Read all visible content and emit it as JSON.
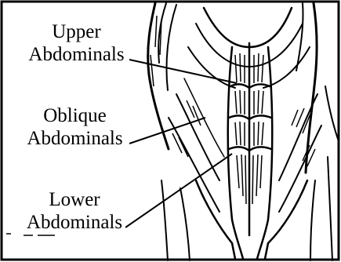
{
  "labels": {
    "upper": {
      "line1": "Upper",
      "line2": "Abdominals"
    },
    "oblique": {
      "line1": "Oblique",
      "line2": "Abdominals"
    },
    "lower": {
      "line1": "Lower",
      "line2": "Abdominals"
    }
  },
  "colors": {
    "ink": "#000000",
    "paper": "#ffffff"
  }
}
